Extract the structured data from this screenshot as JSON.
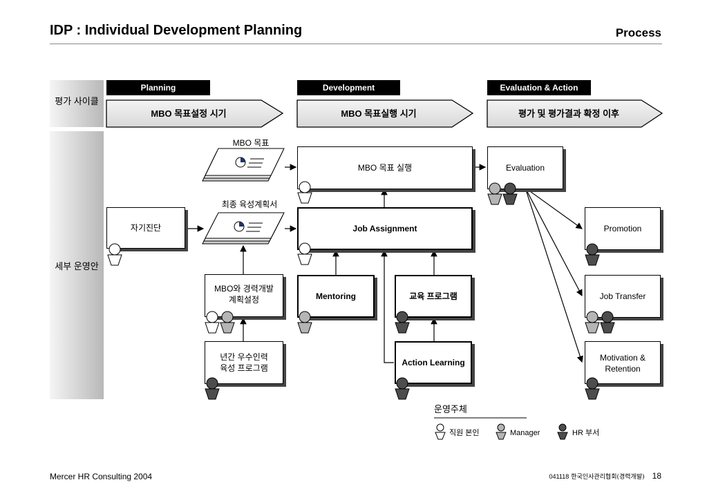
{
  "header": {
    "title": "IDP : Individual Development Planning",
    "section": "Process"
  },
  "phases": [
    {
      "label": "Planning",
      "arrow": "MBO 목표설정 시기"
    },
    {
      "label": "Development",
      "arrow": "MBO 목표실행 시기"
    },
    {
      "label": "Evaluation & Action",
      "arrow": "평가 및 평가결과 확정 이후"
    }
  ],
  "side": {
    "cycle": "평가 사이클",
    "detail": "세부 운영안"
  },
  "docs": {
    "mbo_goal": "MBO 목표",
    "final_plan": "최종 육성계획서"
  },
  "boxes": {
    "self_diagnosis": "자기진단",
    "mbo_career_1": "MBO와 경력개발",
    "mbo_career_2": "계획설정",
    "annual_1": "년간 우수인력",
    "annual_2": "육성 프로그램",
    "mbo_exec": "MBO 목표 실행",
    "job_assignment": "Job Assignment",
    "mentoring": "Mentoring",
    "education": "교육 프로그램",
    "action_learning": "Action Learning",
    "evaluation": "Evaluation",
    "promotion": "Promotion",
    "job_transfer": "Job Transfer",
    "motivation_1": "Motivation &",
    "motivation_2": "Retention"
  },
  "legend": {
    "title": "운영주체",
    "employee": "직원 본인",
    "manager": "Manager",
    "hr": "HR 부서"
  },
  "footer": {
    "left": "Mercer HR Consulting 2004",
    "code": "041118",
    "org": "한국인사관리협회(경력개발)",
    "page": "18"
  },
  "colors": {
    "employee": "#ffffff",
    "manager": "#b5b5b5",
    "hr": "#4d4d4d"
  }
}
